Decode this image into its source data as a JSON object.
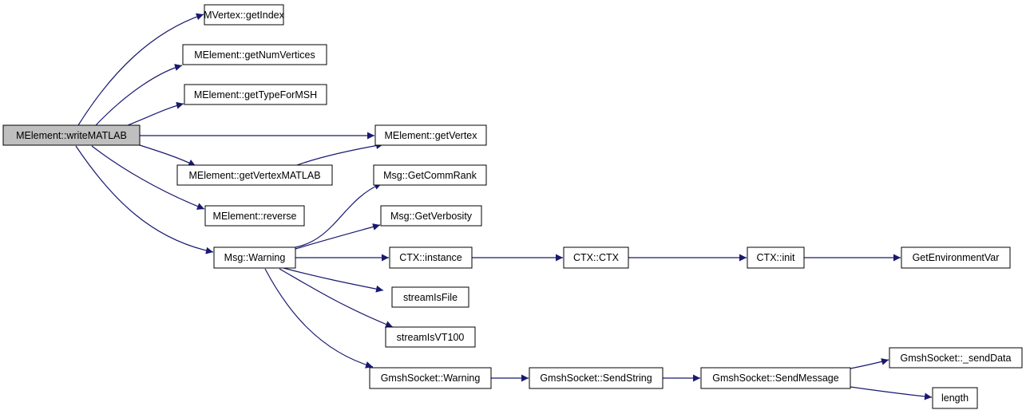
{
  "colors": {
    "edge": "#191970",
    "node_border": "#000000",
    "node_fill": "#ffffff",
    "root_fill": "#bfbfbf"
  },
  "nodes": {
    "root": "MElement::writeMATLAB",
    "mvertex_getindex": "MVertex::getIndex",
    "getnumvertices": "MElement::getNumVertices",
    "gettypeformsh": "MElement::getTypeForMSH",
    "getvertex": "MElement::getVertex",
    "getvertexmatlab": "MElement::getVertexMATLAB",
    "getcommrank": "Msg::GetCommRank",
    "reverse": "MElement::reverse",
    "getverbosity": "Msg::GetVerbosity",
    "msg_warning": "Msg::Warning",
    "ctx_instance": "CTX::instance",
    "ctx_ctx": "CTX::CTX",
    "ctx_init": "CTX::init",
    "getenvironmentvar": "GetEnvironmentVar",
    "streamisfile": "streamIsFile",
    "streamisvt100": "streamIsVT100",
    "gmsh_warning": "GmshSocket::Warning",
    "gmsh_sendstring": "GmshSocket::SendString",
    "gmsh_sendmessage": "GmshSocket::SendMessage",
    "gmsh_senddata": "GmshSocket::_sendData",
    "length": "length"
  }
}
